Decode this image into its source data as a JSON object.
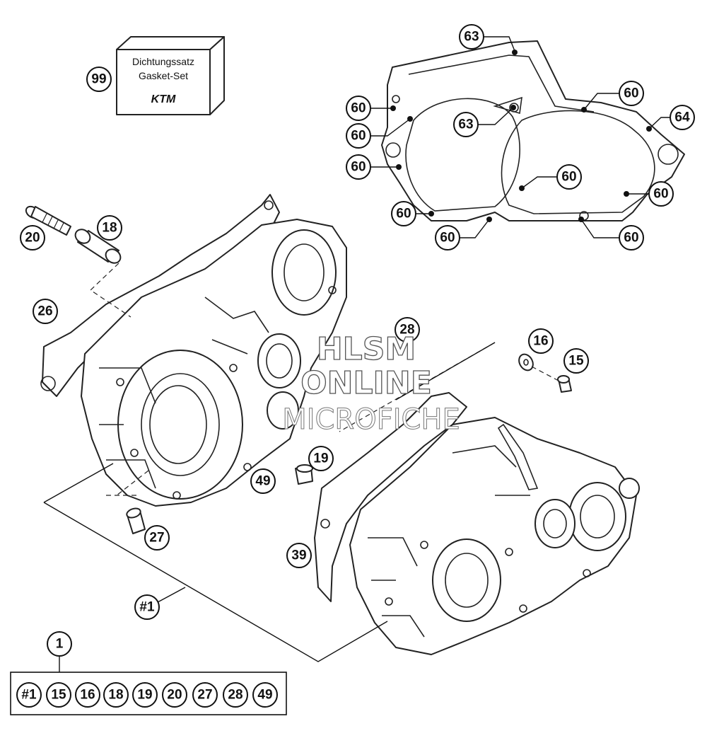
{
  "gasket_set": {
    "line1": "Dichtungssatz",
    "line2": "Gasket-Set",
    "brand": "KTM"
  },
  "watermark": {
    "line1": "HLSM",
    "line2": "ONLINE",
    "line3": "MICROFICHE"
  },
  "callouts": {
    "c99": "99",
    "c63a": "63",
    "c63b": "63",
    "c60a": "60",
    "c60b": "60",
    "c60c": "60",
    "c60d": "60",
    "c60e": "60",
    "c60f": "60",
    "c60g": "60",
    "c60h": "60",
    "c60i": "60",
    "c64": "64",
    "c20": "20",
    "c18": "18",
    "c26": "26",
    "c28": "28",
    "c16": "16",
    "c15": "15",
    "c19": "19",
    "c49": "49",
    "c27": "27",
    "c39": "39",
    "c_set1": "#1",
    "c1": "1"
  },
  "kit_contents": [
    "#1",
    "15",
    "16",
    "18",
    "19",
    "20",
    "27",
    "28",
    "49"
  ]
}
